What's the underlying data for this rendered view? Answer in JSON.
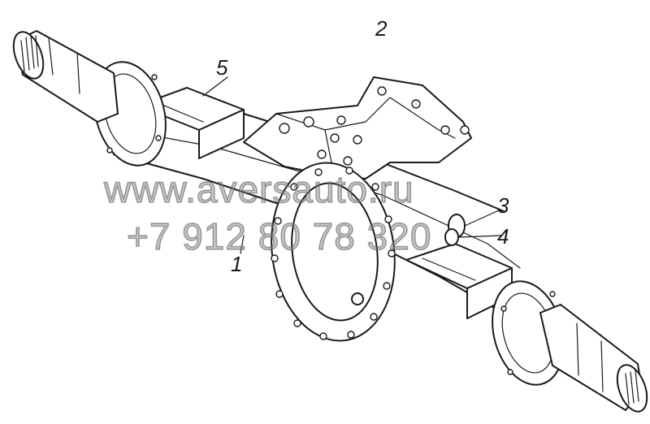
{
  "callouts": {
    "c1": "1",
    "c2": "2",
    "c3": "3",
    "c4": "4",
    "c5": "5"
  },
  "watermark": {
    "site": "www.aversauto.ru",
    "phone": "+7 912 80 78 320"
  },
  "colors": {
    "line": "#1a1a1a",
    "background": "#ffffff",
    "watermark": "#8a8a8a"
  }
}
